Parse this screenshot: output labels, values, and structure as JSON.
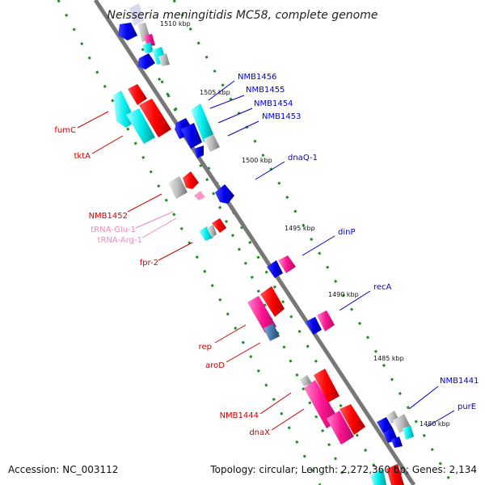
{
  "title": "Neisseria meningitidis MC58, complete genome",
  "footer": {
    "accession": "Accession: NC_003112",
    "summary": "Topology: circular; Length: 2,272,360 bp; Genes: 2,134"
  },
  "colors": {
    "backbone": "#888888",
    "tick_dot": "#228B22",
    "blue_label": "#0000cc",
    "red_label": "#cc0000",
    "pink_label": "#ee88bb"
  },
  "scale_labels": [
    "1510 kbp",
    "1505 kbp",
    "1500 kbp",
    "1495 kbp",
    "1490 kbp",
    "1485 kbp",
    "1480 kbp"
  ],
  "left_labels": [
    "fumC",
    "tktA",
    "NMB1452",
    "tRNA-Glu-1",
    "tRNA-Arg-1",
    "fpr-2",
    "rep",
    "aroD",
    "NMB1444",
    "dnaX"
  ],
  "right_labels": [
    "NMB1456",
    "NMB1455",
    "NMB1454",
    "NMB1453",
    "dnaQ-1",
    "dinP",
    "recA",
    "NMB1441",
    "purE"
  ]
}
